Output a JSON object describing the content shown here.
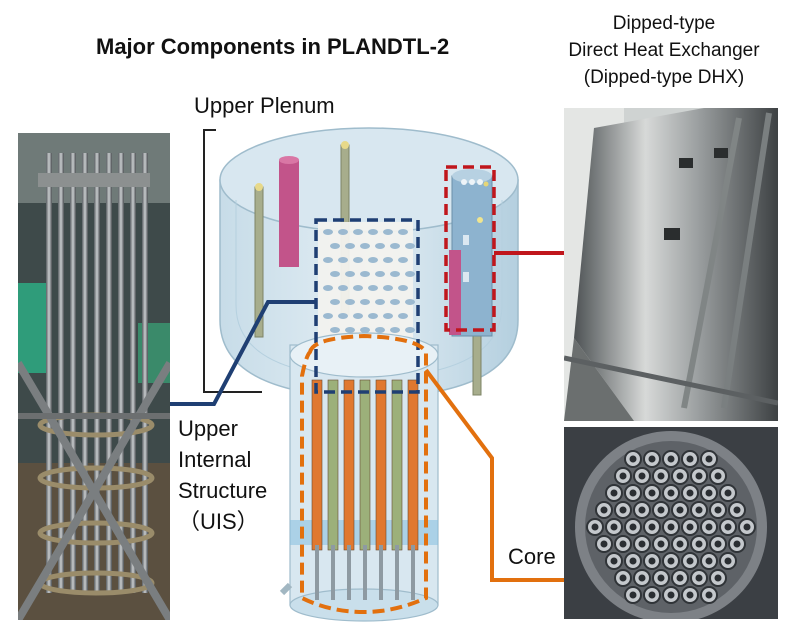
{
  "title": "Major Components in PLANDTL-2",
  "dhx_label": {
    "line1": "Dipped-type",
    "line2": "Direct Heat Exchanger",
    "line3": "(Dipped-type DHX)"
  },
  "upper_plenum_label": "Upper Plenum",
  "uis_label": {
    "line1": "Upper",
    "line2": "Internal",
    "line3": "Structure",
    "line4": "（UIS）"
  },
  "core_label": "Core",
  "colors": {
    "uis": "#1f3f73",
    "dhx": "#c0161c",
    "core": "#e2700e",
    "vessel": "#a9cce0"
  },
  "icons": {
    "uis_photo": "uis-photo",
    "dhx_photo": "dhx-photo",
    "core_photo": "core-photo"
  }
}
